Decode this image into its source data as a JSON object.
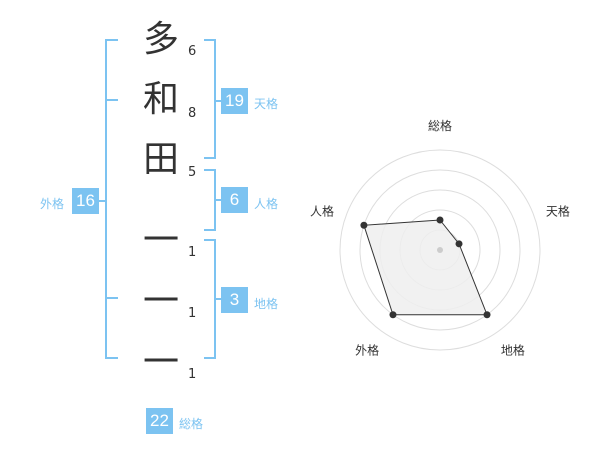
{
  "name": {
    "characters": [
      {
        "char": "多",
        "strokes": "6"
      },
      {
        "char": "和",
        "strokes": "8"
      },
      {
        "char": "田",
        "strokes": "5"
      },
      {
        "char": "一",
        "strokes": "1"
      },
      {
        "char": "一",
        "strokes": "1"
      },
      {
        "char": "一",
        "strokes": "1"
      }
    ]
  },
  "fortunes": {
    "tenkaku": {
      "value": "19",
      "label": "天格"
    },
    "jinkaku": {
      "value": "6",
      "label": "人格"
    },
    "chikaku": {
      "value": "3",
      "label": "地格"
    },
    "gaikaku": {
      "value": "16",
      "label": "外格"
    },
    "soukaku": {
      "value": "22",
      "label": "総格"
    }
  },
  "radar": {
    "axes": [
      "総格",
      "天格",
      "地格",
      "外格",
      "人格"
    ],
    "levels": 5,
    "values": [
      1.5,
      1.0,
      4.0,
      4.0,
      4.0
    ],
    "accent_color": "#7cc3f1",
    "fill_color": "#eeeeee"
  }
}
